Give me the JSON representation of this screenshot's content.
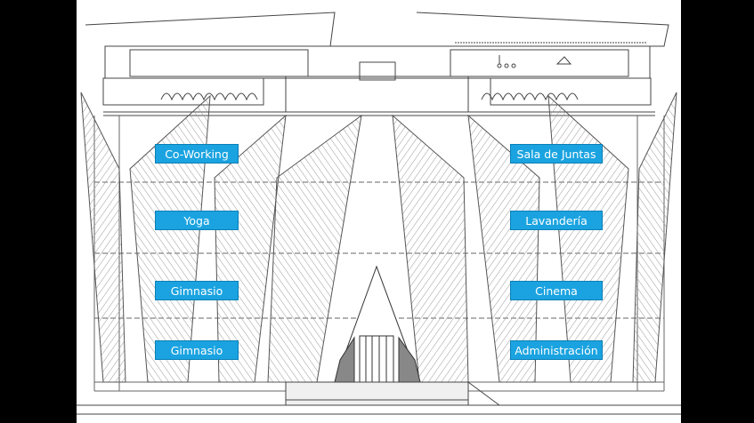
{
  "labels": {
    "left": [
      "Co-Working",
      "Yoga",
      "Gimnasio",
      "Gimnasio"
    ],
    "right": [
      "Sala de Juntas",
      "Lavandería",
      "Cinema",
      "Administración"
    ]
  },
  "colors": {
    "label_bg": "#1aa3e0",
    "label_text": "#ffffff",
    "frame": "#000000",
    "line": "#555555"
  }
}
